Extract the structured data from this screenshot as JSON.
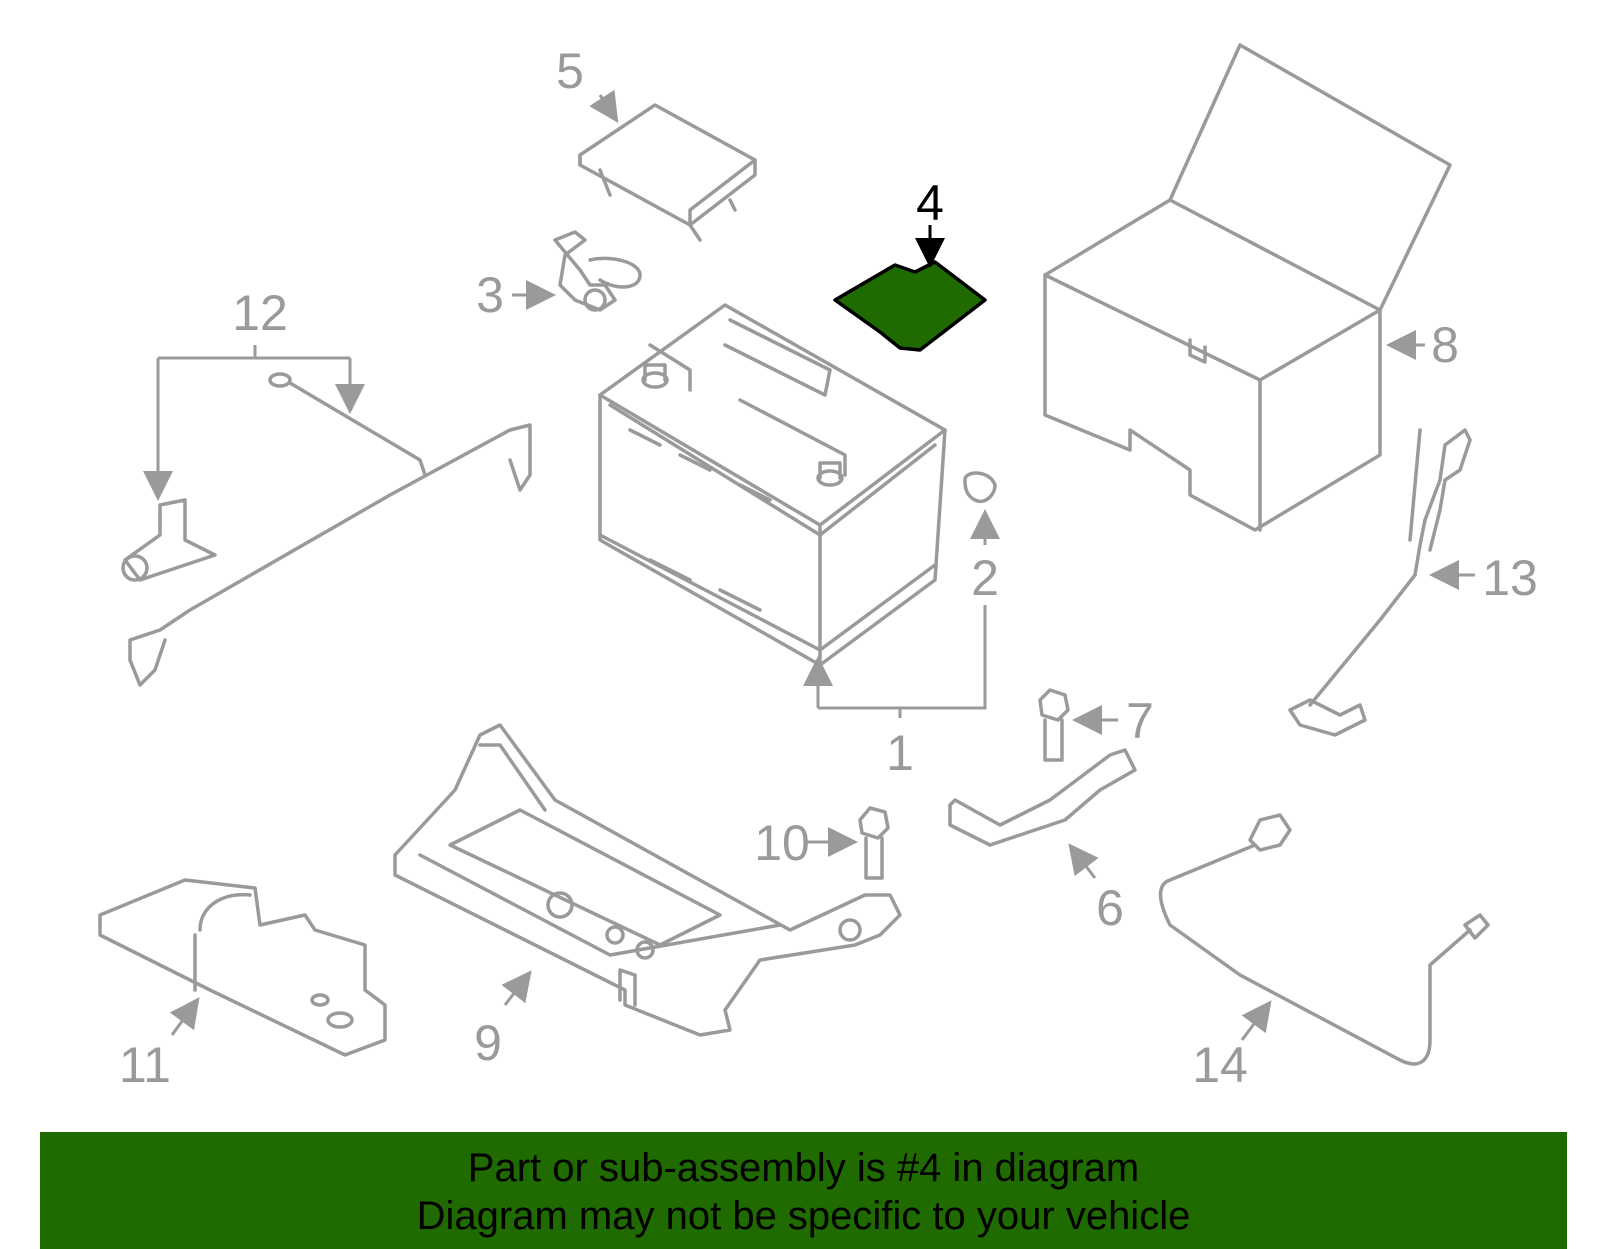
{
  "diagram": {
    "callouts": [
      {
        "id": "1",
        "label": "1",
        "highlighted": false
      },
      {
        "id": "2",
        "label": "2",
        "highlighted": false
      },
      {
        "id": "3",
        "label": "3",
        "highlighted": false
      },
      {
        "id": "4",
        "label": "4",
        "highlighted": true
      },
      {
        "id": "5",
        "label": "5",
        "highlighted": false
      },
      {
        "id": "6",
        "label": "6",
        "highlighted": false
      },
      {
        "id": "7",
        "label": "7",
        "highlighted": false
      },
      {
        "id": "8",
        "label": "8",
        "highlighted": false
      },
      {
        "id": "9",
        "label": "9",
        "highlighted": false
      },
      {
        "id": "10",
        "label": "10",
        "highlighted": false
      },
      {
        "id": "11",
        "label": "11",
        "highlighted": false
      },
      {
        "id": "12",
        "label": "12",
        "highlighted": false
      },
      {
        "id": "13",
        "label": "13",
        "highlighted": false
      },
      {
        "id": "14",
        "label": "14",
        "highlighted": false
      }
    ],
    "colors": {
      "line": "#9a9a9a",
      "highlight_fill": "#1f6b00",
      "highlight_stroke": "#000000",
      "banner": "#1f6b00"
    }
  },
  "banner": {
    "line1": "Part or sub-assembly is #4 in diagram",
    "line2": "Diagram may not be specific to your vehicle"
  }
}
